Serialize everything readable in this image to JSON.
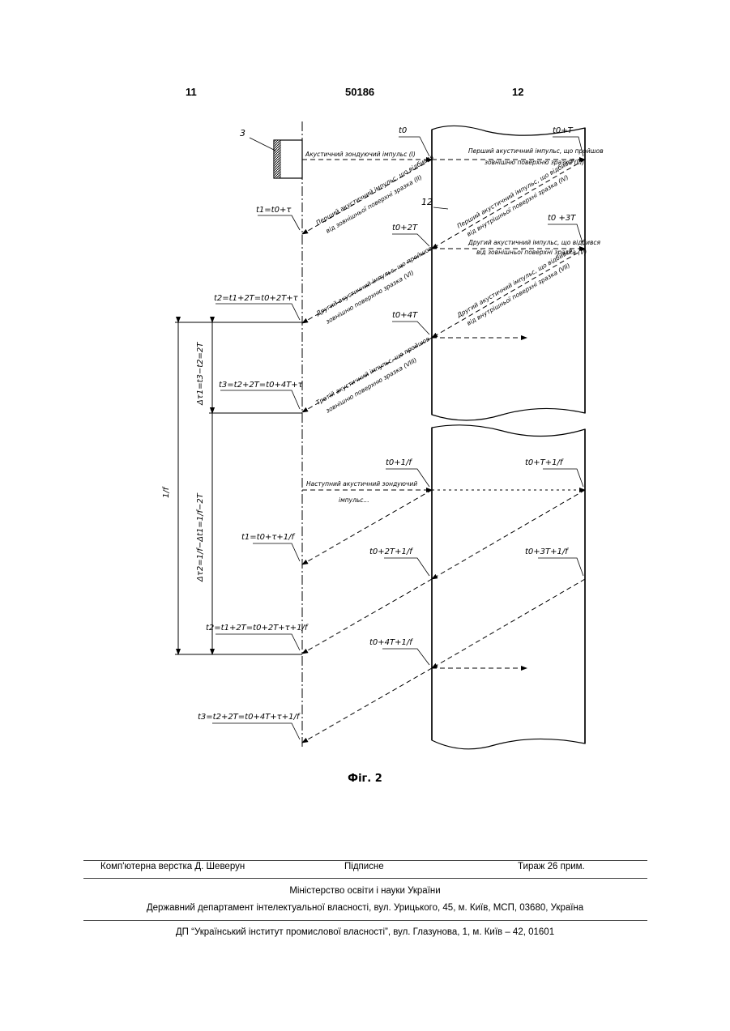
{
  "header": {
    "left": "11",
    "center": "50186",
    "right": "12"
  },
  "diagram": {
    "part_number": "3",
    "part_number_12": "12",
    "labels": {
      "t0": "t0",
      "t0T": "t0+T",
      "t0_2T": "t0+2T",
      "t0_3T": "t0 +3T",
      "t0_4T": "t0+4T",
      "t1": "t1=t0+τ",
      "t2": "t2=t1+2T=t0+2T+τ",
      "t3": "t3=t2+2T=t0+4T+τ",
      "dt1": "Δτ1=t3−t2=2T",
      "dt2": "Δτ2=1/f−Δt1=1/f−2T",
      "period": "1/f",
      "t0f": "t0+1/f",
      "t0Tf": "t0+T+1/f",
      "t0_2Tf": "t0+2T+1/f",
      "t0_3Tf": "t0+3T+1/f",
      "t0_4Tf": "t0+4T+1/f",
      "t1f": "t1=t0+τ+1/f",
      "t2f": "t2=t1+2T=t0+2T+τ+1/f",
      "t3f": "t3=t2+2T=t0+4T+τ+1/f"
    },
    "notes": {
      "n1": "Акустичний зондуючий імпульс (I)",
      "n2a": "Перший акустичний імпульс, що пройшов",
      "n2b": "зовнішню поверхню зразка (III)",
      "n3a": "Перший акустичний імпульс, що відбився",
      "n3b": "від зовнішньої поверхні зразка (II)",
      "n4a": "Перший акустичний імпульс, що відбився",
      "n4b": "від внутрішньої поверхні зразка (IV)",
      "n5a": "Другий акустичний імпульс, що відбився",
      "n5b": "від зовнішньої поверхні зразка (V)",
      "n6a": "Другий акустичний імпульс, що пройшов",
      "n6b": "зовнішню поверхню зразка (VI)",
      "n7a": "Другий акустичний імпульс, що відбився",
      "n7b": "від внутрішньої поверхні зразка (VII)",
      "n8a": "Третій акустичний імпульс, що пройшов",
      "n8b": "зовнішню поверхню зразка (VIII)",
      "n9a": "Наступний акустичний зондуючий",
      "n9b": "імпульс..."
    }
  },
  "figure_caption": "Фіг. 2",
  "footer": {
    "layout": "Комп'ютерна верстка Д. Шеверун",
    "signed": "Підписне",
    "circulation": "Тираж 26 прим.",
    "ministry": "Міністерство освіти і науки України",
    "department": "Державний департамент інтелектуальної власності, вул. Урицького, 45, м. Київ, МСП, 03680, Україна",
    "institute": "ДП “Український інститут промислової власності”, вул. Глазунова, 1, м. Київ – 42, 01601"
  }
}
